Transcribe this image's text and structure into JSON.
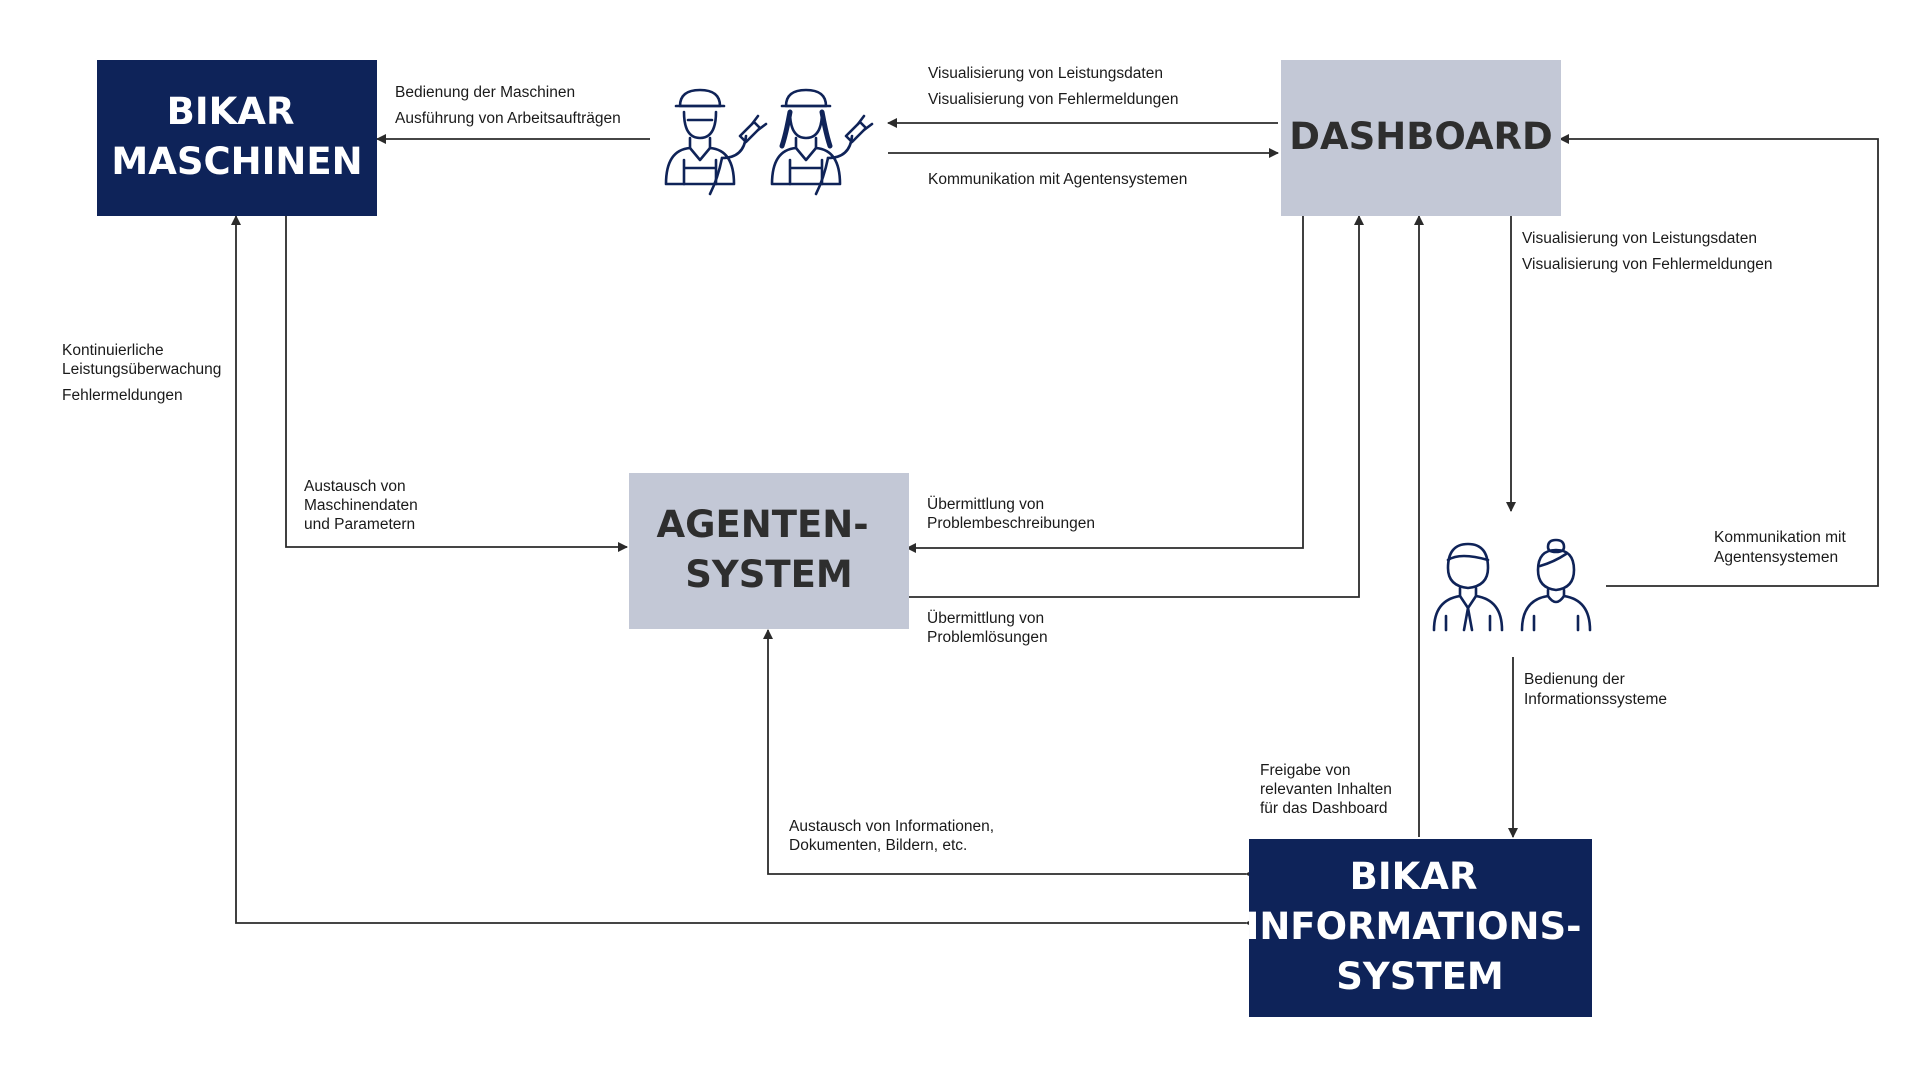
{
  "colors": {
    "dark_box": "#0e2359",
    "light_box": "#c3c8d6",
    "dark_box_text": "#ffffff",
    "light_box_text": "#2e2e2e",
    "line": "#2b2b2b",
    "icon": "#0f2358"
  },
  "nodes": {
    "maschinen": {
      "lines": [
        "BIKAR",
        "MASCHINEN"
      ]
    },
    "dashboard": {
      "lines": [
        "DASHBOARD"
      ]
    },
    "agenten": {
      "lines": [
        "AGENTEN-",
        "SYSTEM"
      ]
    },
    "informationssystem": {
      "lines": [
        "BIKAR",
        "INFORMATIONS-",
        "SYSTEM"
      ]
    }
  },
  "icons": {
    "technicians": "technician-with-plug-icon",
    "office_users": "office-user-icon"
  },
  "labels": {
    "bedienung_maschinen": [
      "Bedienung der Maschinen",
      "Ausführung von Arbeitsaufträgen"
    ],
    "dashboard_to_technicians": [
      "Visualisierung von Leistungsdaten",
      "Visualisierung von Fehlermeldungen"
    ],
    "technicians_to_dashboard": [
      "Kommunikation mit Agentensystemen"
    ],
    "leistungsueberwachung": [
      "Kontinuierliche",
      "Leistungsüberwachung",
      "Fehlermeldungen"
    ],
    "austausch_maschinendaten": [
      "Austausch von",
      "Maschinendaten",
      "und Parametern"
    ],
    "problembeschreibungen": [
      "Übermittlung von",
      "Problembeschreibungen"
    ],
    "problemloesungen": [
      "Übermittlung von",
      "Problemlösungen"
    ],
    "dashboard_to_users": [
      "Visualisierung von Leistungsdaten",
      "Visualisierung von Fehlermeldungen"
    ],
    "users_to_dashboard": [
      "Kommunikation mit",
      "Agentensystemen"
    ],
    "bedienung_informationssysteme": [
      "Bedienung der",
      "Informationssysteme"
    ],
    "freigabe_inhalte": [
      "Freigabe von",
      "relevanten Inhalten",
      "für das Dashboard"
    ],
    "austausch_informationen": [
      "Austausch von Informationen,",
      "Dokumenten, Bildern, etc."
    ]
  }
}
